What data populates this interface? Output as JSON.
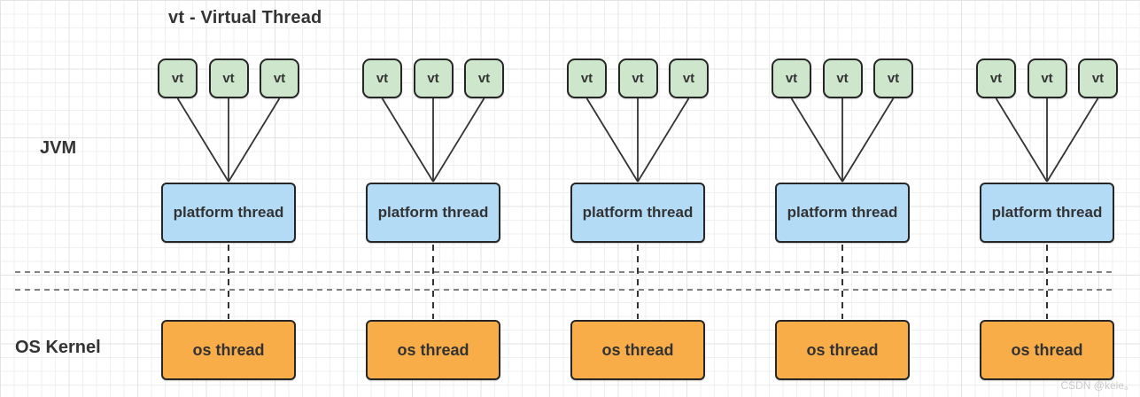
{
  "title": "vt - Virtual Thread",
  "layers": {
    "jvm_label": "JVM",
    "os_label": "OS Kernel"
  },
  "groups": [
    {
      "vts": [
        "vt",
        "vt",
        "vt"
      ],
      "platform_thread": "platform thread",
      "os_thread": "os thread"
    },
    {
      "vts": [
        "vt",
        "vt",
        "vt"
      ],
      "platform_thread": "platform thread",
      "os_thread": "os thread"
    },
    {
      "vts": [
        "vt",
        "vt",
        "vt"
      ],
      "platform_thread": "platform thread",
      "os_thread": "os thread"
    },
    {
      "vts": [
        "vt",
        "vt",
        "vt"
      ],
      "platform_thread": "platform thread",
      "os_thread": "os thread"
    },
    {
      "vts": [
        "vt",
        "vt",
        "vt"
      ],
      "platform_thread": "platform thread",
      "os_thread": "os thread"
    }
  ],
  "watermark": "CSDN @kele。",
  "colors": {
    "vt_fill": "#cee6cc",
    "platform_fill": "#b3dbf5",
    "os_fill": "#f9ad49",
    "stroke": "#262626",
    "line": "#333333"
  }
}
